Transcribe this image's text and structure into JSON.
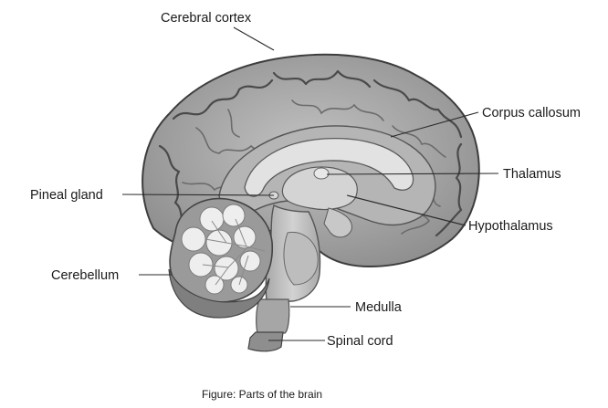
{
  "labels": {
    "cerebral_cortex": "Cerebral cortex",
    "corpus_callosum": "Corpus callosum",
    "thalamus": "Thalamus",
    "pineal_gland": "Pineal gland",
    "hypothalamus": "Hypothalamus",
    "cerebellum": "Cerebellum",
    "medulla": "Medulla",
    "spinal_cord": "Spinal cord"
  },
  "caption": "Figure: Parts of the brain",
  "colors": {
    "cortex_fill": "#9c9c9c",
    "cortex_light": "#b8b8b8",
    "inner_light": "#dcdcdc",
    "brainstem": "#c4c4c4",
    "cerebellum_white": "#ececec",
    "spinal_cord": "#8e8e8e"
  }
}
